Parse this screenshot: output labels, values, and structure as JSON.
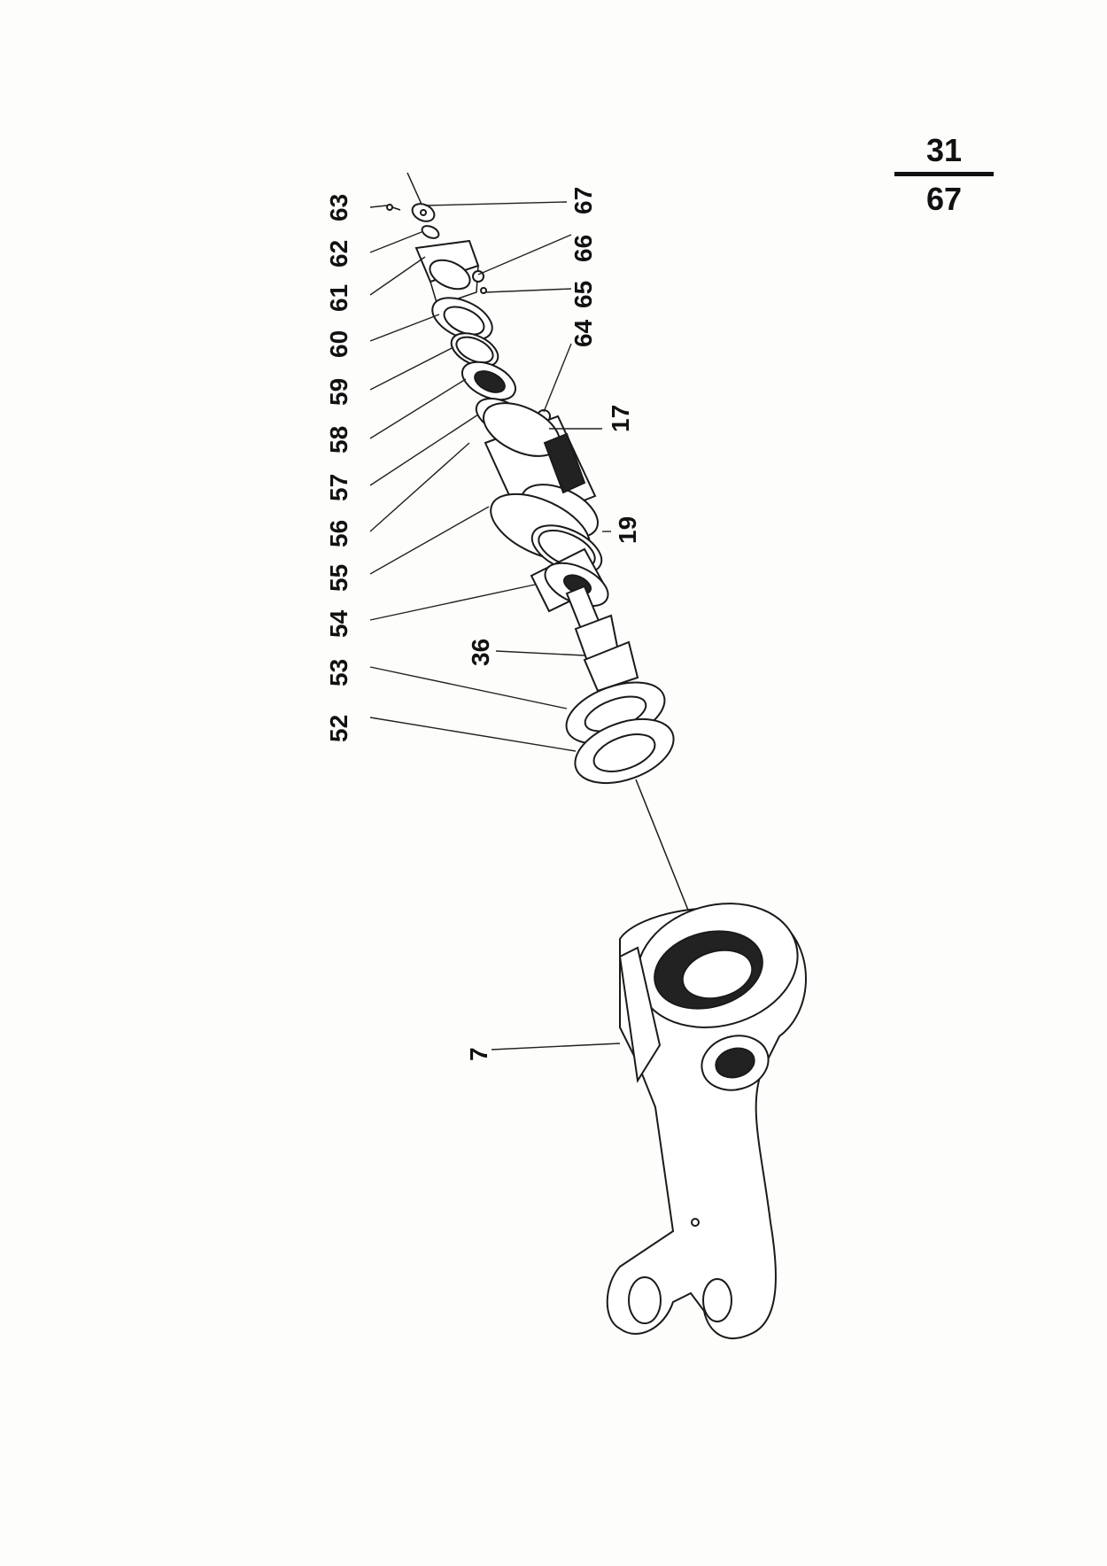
{
  "sheet": {
    "number_top": "31",
    "number_bottom": "67"
  },
  "callouts": {
    "c63": "63",
    "c62": "62",
    "c61": "61",
    "c60": "60",
    "c59": "59",
    "c58": "58",
    "c57": "57",
    "c56": "56",
    "c55": "55",
    "c54": "54",
    "c53": "53",
    "c52": "52",
    "c67": "67",
    "c66": "66",
    "c65": "65",
    "c64": "64",
    "c17": "17",
    "c19": "19",
    "c36": "36",
    "c7": "7"
  }
}
